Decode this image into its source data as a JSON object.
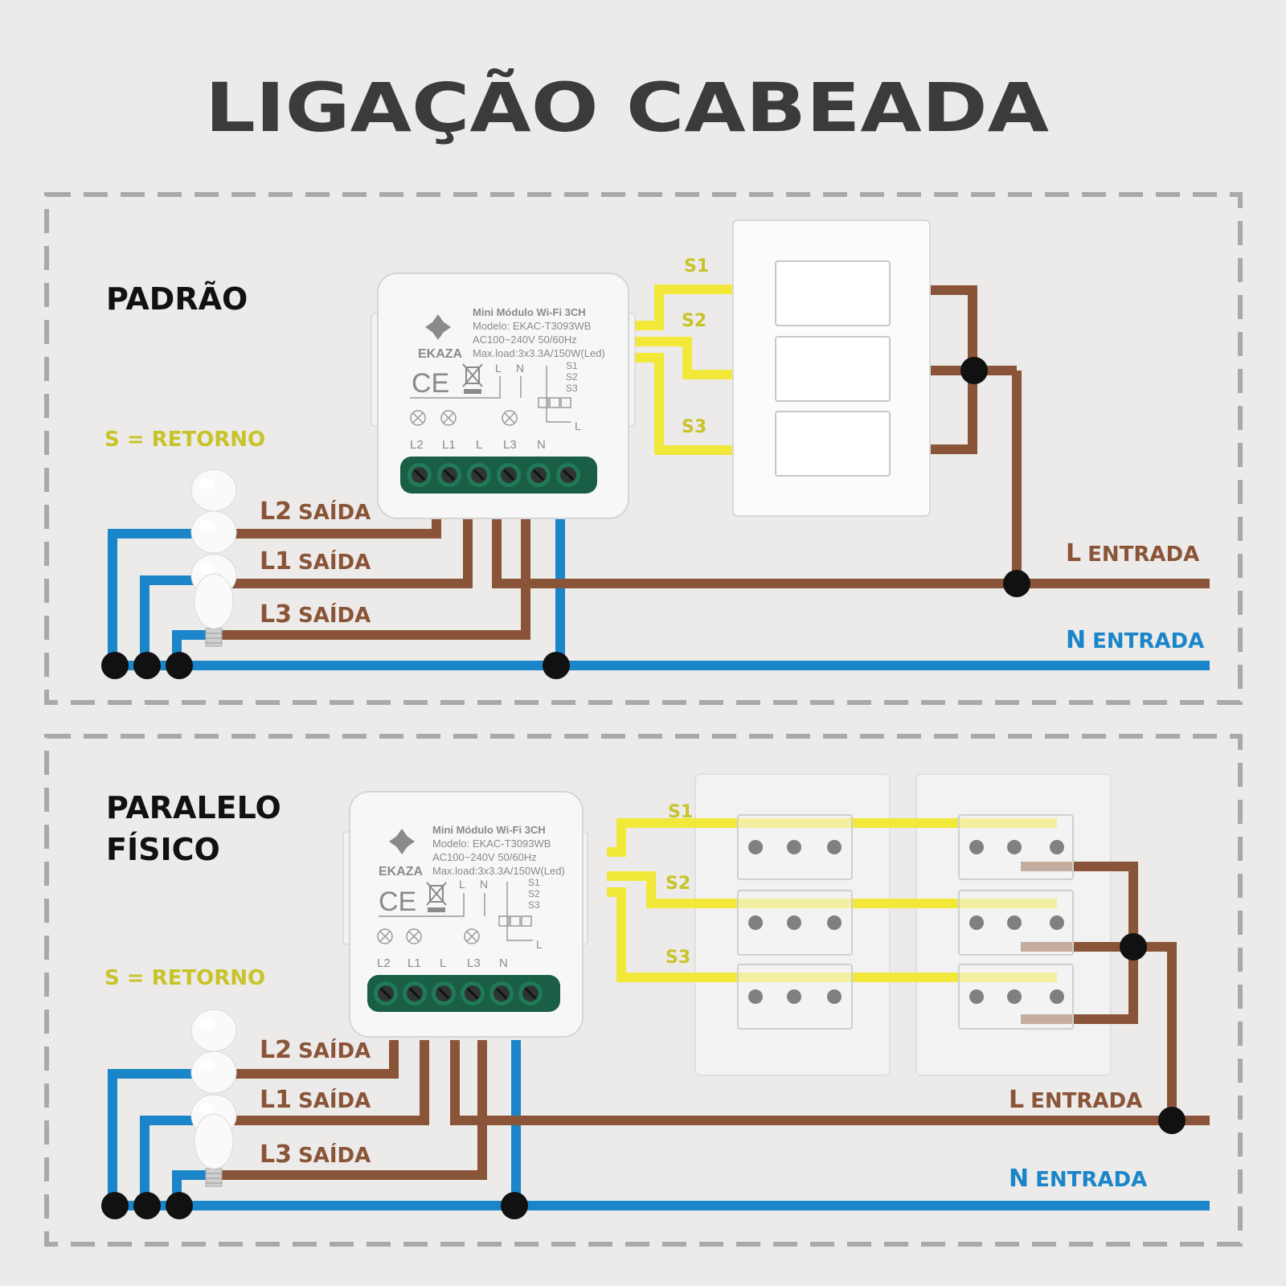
{
  "title": "LIGAÇÃO CABEADA",
  "colors": {
    "live": "#8a5438",
    "neutral": "#1a85c9",
    "return": "#f2e83a",
    "node": "#111111",
    "frame": "#a9a9a9"
  },
  "legend": "S = RETORNO",
  "switch_labels": [
    "S1",
    "S2",
    "S3"
  ],
  "outputs": [
    {
      "code": "L2",
      "text": "SAÍDA"
    },
    {
      "code": "L1",
      "text": "SAÍDA"
    },
    {
      "code": "L3",
      "text": "SAÍDA"
    }
  ],
  "inputs": {
    "live": {
      "code": "L",
      "text": "ENTRADA"
    },
    "neutral": {
      "code": "N",
      "text": "ENTRADA"
    }
  },
  "module": {
    "brand": "EKAZA",
    "name": "Mini Módulo Wi-Fi 3CH",
    "model": "Modelo: EKAC-T3093WB",
    "voltage": "AC100~240V 50/60Hz",
    "load": "Max.load:3x3.3A/150W(Led)",
    "ce": "CE",
    "terminals_top": [
      "L",
      "N"
    ],
    "switch_terms": [
      "S1",
      "S2",
      "S3"
    ],
    "switch_common": "L",
    "terminals_bottom": [
      "L2",
      "L1",
      "L",
      "L3",
      "N"
    ]
  },
  "sections": [
    {
      "name": "padrao",
      "title_lines": [
        "PADRÃO"
      ]
    },
    {
      "name": "paralelo",
      "title_lines": [
        "PARALELO",
        "FÍSICO"
      ]
    }
  ]
}
